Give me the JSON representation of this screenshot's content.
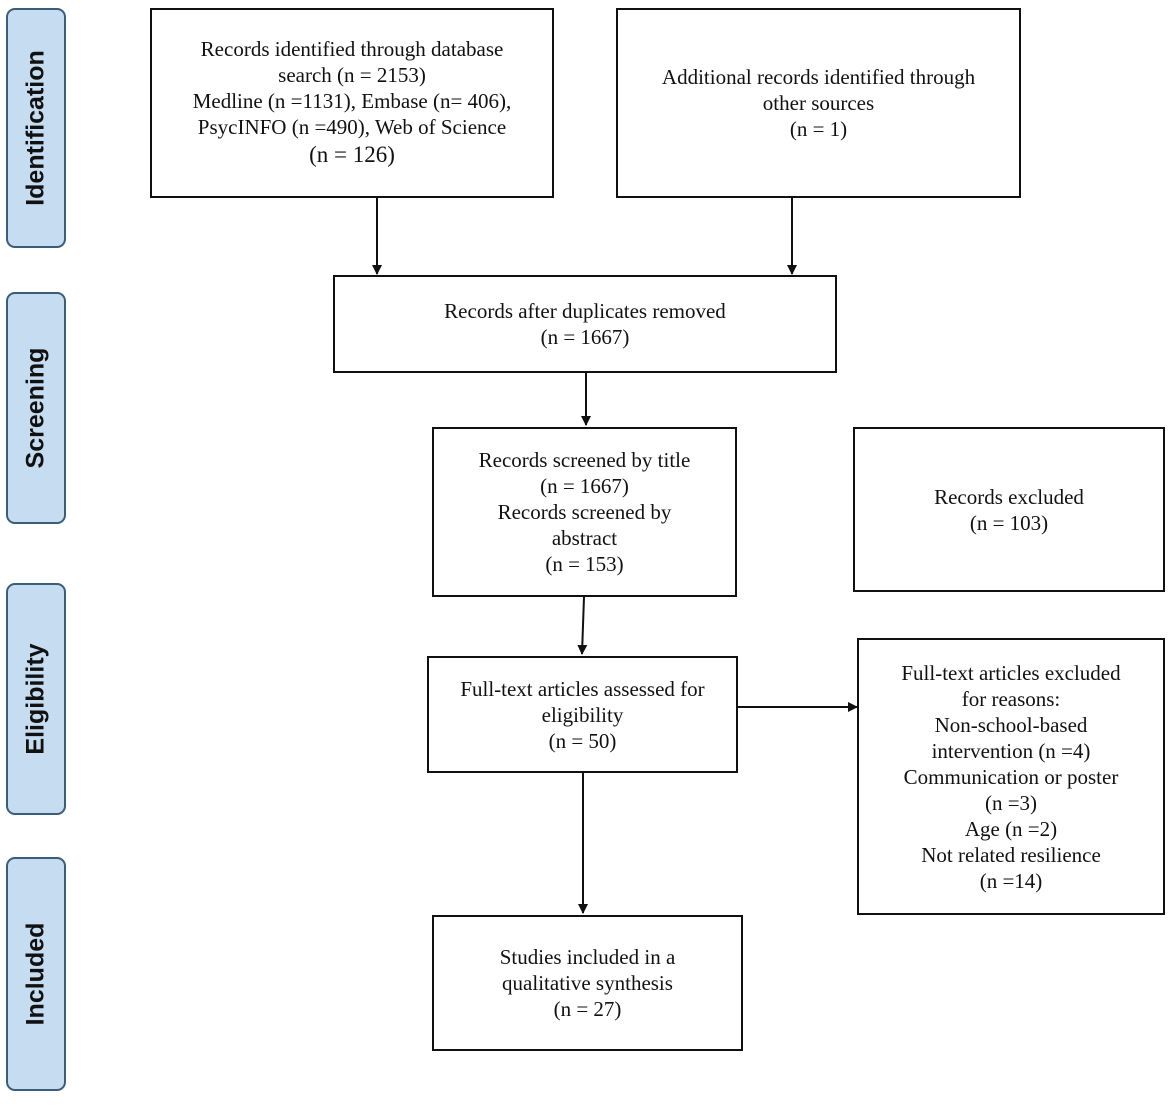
{
  "stages": {
    "identification": "Identification",
    "screening": "Screening",
    "eligibility": "Eligibility",
    "included": "Included"
  },
  "boxes": {
    "database_search": {
      "lines": [
        "Records identified through database",
        "search (n = 2153)",
        "Medline (n =1131), Embase (n= 406),",
        "PsycINFO (n =490), Web of Science",
        "(n = 126)"
      ]
    },
    "other_sources": {
      "lines": [
        "Additional records identified through",
        "other sources",
        "(n = 1)"
      ]
    },
    "duplicates_removed": {
      "lines": [
        "Records after duplicates removed",
        "(n = 1667)"
      ]
    },
    "screened": {
      "lines": [
        "Records screened by title",
        "(n = 1667)",
        "Records screened by",
        "abstract",
        "(n = 153)"
      ]
    },
    "records_excluded": {
      "lines": [
        "Records excluded",
        "(n = 103)"
      ]
    },
    "fulltext_assessed": {
      "lines": [
        "Full-text articles assessed for",
        "eligibility",
        "(n = 50)"
      ]
    },
    "fulltext_excluded": {
      "lines": [
        "Full-text articles excluded",
        "for reasons:",
        "Non-school-based",
        "intervention (n =4)",
        "Communication or poster",
        "(n =3)",
        "Age (n =2)",
        "Not related resilience",
        "(n =14)"
      ]
    },
    "included_studies": {
      "lines": [
        "Studies included in a",
        "qualitative synthesis",
        "(n = 27)"
      ]
    }
  },
  "colors": {
    "stage_fill": "#c6dcf1",
    "stage_border": "#3c5d7a",
    "box_border": "#111111",
    "arrow": "#111111"
  }
}
